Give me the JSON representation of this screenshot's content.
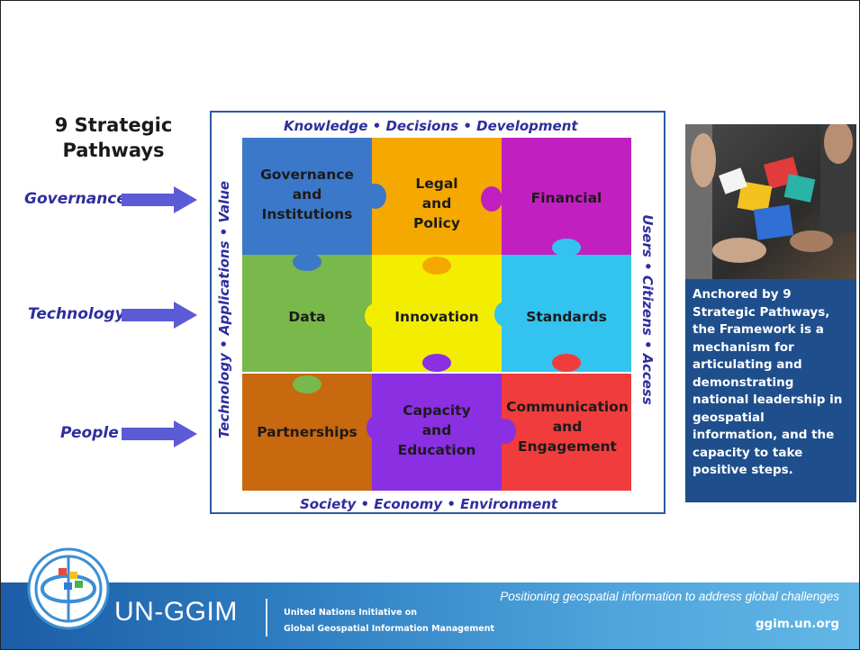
{
  "title": "9 Strategic Pathways",
  "rows": [
    {
      "label": "Governance"
    },
    {
      "label": "Technology"
    },
    {
      "label": "People"
    }
  ],
  "frame": {
    "top": "Knowledge  •  Decisions  •  Development",
    "bottom": "Society  •  Economy  •  Environment",
    "left": "Technology  •  Applications  •  Value",
    "right": "Users  •  Citizens  •  Access"
  },
  "pieces": [
    {
      "lines": [
        "Governance",
        "and",
        "Institutions"
      ],
      "color": "#3b78c9"
    },
    {
      "lines": [
        "Legal",
        "and",
        "Policy"
      ],
      "color": "#f5a800"
    },
    {
      "lines": [
        "Financial"
      ],
      "color": "#c21fc0"
    },
    {
      "lines": [
        "Data"
      ],
      "color": "#79b84a"
    },
    {
      "lines": [
        "Innovation"
      ],
      "color": "#f3ee00"
    },
    {
      "lines": [
        "Standards"
      ],
      "color": "#33c3ef"
    },
    {
      "lines": [
        "Partnerships"
      ],
      "color": "#c8680f"
    },
    {
      "lines": [
        "Capacity",
        "and",
        "Education"
      ],
      "color": "#8b2fe2"
    },
    {
      "lines": [
        "Communication",
        "and",
        "Engagement"
      ],
      "color": "#f03c3c"
    }
  ],
  "side": {
    "text": "Anchored by 9 Strategic Pathways, the Framework is a mechanism for articulating and demonstrating national leadership in geospatial information, and the capacity to take positive steps."
  },
  "footer": {
    "logo": "UN-GGIM",
    "line1": "United Nations Initiative on",
    "line2": "Global Geospatial Information Management",
    "tagline": "Positioning geospatial information to address global challenges",
    "url": "ggim.un.org"
  }
}
